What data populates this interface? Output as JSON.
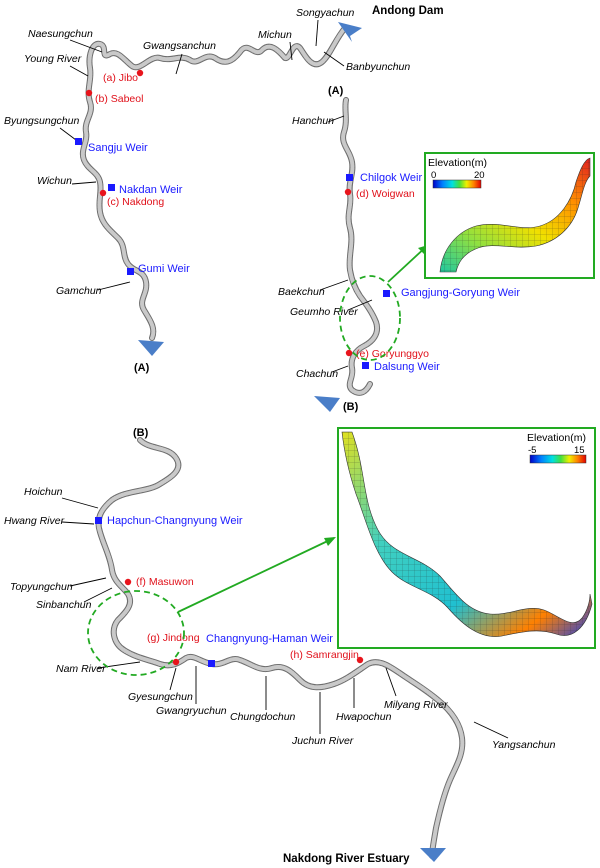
{
  "header": {
    "dam_label": "Andong Dam",
    "estuary_label": "Nakdong River Estuary"
  },
  "section_markers": {
    "a_end": "(A)",
    "a_start": "(A)",
    "b_end": "(B)",
    "b_start": "(B)"
  },
  "tributaries": {
    "naesungchun": "Naesungchun",
    "young_river": "Young River",
    "gwangsanchun": "Gwangsanchun",
    "michun": "Michun",
    "songyachun": "Songyachun",
    "banbyunchun": "Banbyunchun",
    "byungsungchun": "Byungsungchun",
    "wichun": "Wichun",
    "gamchun": "Gamchun",
    "hanchun": "Hanchun",
    "baekchun": "Baekchun",
    "geumho_river": "Geumho River",
    "chachun": "Chachun",
    "hoichun": "Hoichun",
    "hwang_river": "Hwang River",
    "topyungchun": "Topyungchun",
    "sinbanchun": "Sinbanchun",
    "nam_river": "Nam River",
    "gyesungchun": "Gyesungchun",
    "gwangryuchun": "Gwangryuchun",
    "chungdochun": "Chungdochun",
    "juchun_river": "Juchun River",
    "hwapochun": "Hwapochun",
    "milyang_river": "Milyang River",
    "yangsanchun": "Yangsanchun"
  },
  "weirs": {
    "sangju": "Sangju Weir",
    "nakdan": "Nakdan Weir",
    "gumi": "Gumi Weir",
    "chilgok": "Chilgok Weir",
    "gangjung": "Gangjung-Goryung Weir",
    "dalsung": "Dalsung Weir",
    "hapchun": "Hapchun-Changnyung Weir",
    "changnyung": "Changnyung-Haman Weir"
  },
  "stations": {
    "jibo": "(a) Jibo",
    "sabeol": "(b) Sabeol",
    "nakdong": "(c) Nakdong",
    "woigwan": "(d) Woigwan",
    "goryunggyo": "(e) Goryunggyo",
    "masuwon": "(f) Masuwon",
    "jindong": "(g) Jindong",
    "samrangjin": "(h) Samrangjin"
  },
  "insets": {
    "upper": {
      "title": "Elevation(m)",
      "min": "0",
      "max": "20"
    },
    "lower": {
      "title": "Elevation(m)",
      "min": "-5",
      "max": "15"
    }
  },
  "colors": {
    "weir_marker": "#1a1aff",
    "station_marker": "#e8141c",
    "callout_line": "#22aa22",
    "inset_border": "#22aa22",
    "flow_arrow": "#4a7ec8"
  }
}
